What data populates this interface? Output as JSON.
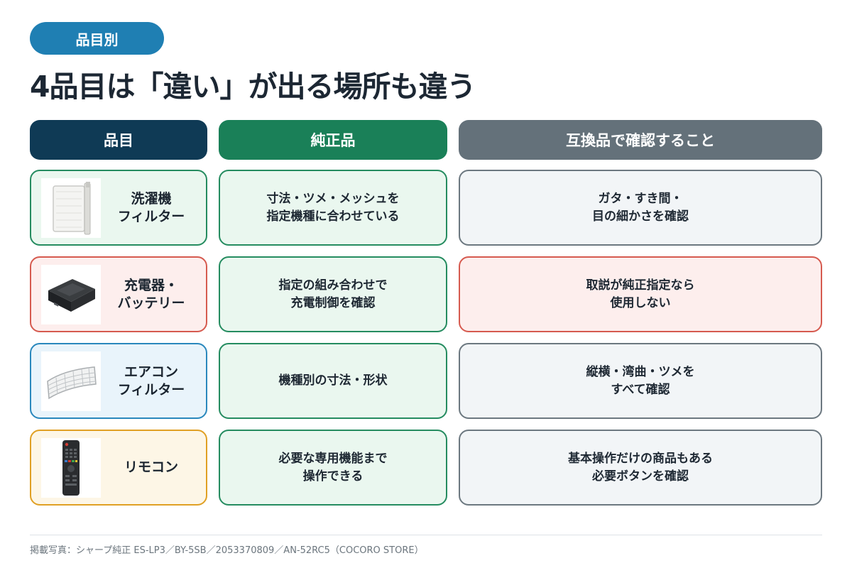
{
  "tag_label": "品目別",
  "title": "4品目は「違い」が出る場所も違う",
  "headers": {
    "item": "品目",
    "genuine": "純正品",
    "compatible": "互換品で確認すること"
  },
  "rows": [
    {
      "item": "洗濯機\nフィルター",
      "icon": "washing-machine-filter-icon",
      "genuine": "寸法・ツメ・メッシュを\n指定機種に合わせている",
      "compatible": "ガタ・すき間・\n目の細かさを確認"
    },
    {
      "item": "充電器・\nバッテリー",
      "icon": "charger-battery-icon",
      "genuine": "指定の組み合わせで\n充電制御を確認",
      "compatible": "取説が純正指定なら\n使用しない"
    },
    {
      "item": "エアコン\nフィルター",
      "icon": "air-conditioner-filter-icon",
      "genuine": "機種別の寸法・形状",
      "compatible": "縦横・湾曲・ツメを\nすべて確認"
    },
    {
      "item": "リモコン",
      "icon": "remote-control-icon",
      "genuine": "必要な専用機能まで\n操作できる",
      "compatible": "基本操作だけの商品もある\n必要ボタンを確認"
    }
  ],
  "footer": "掲載写真：シャープ純正 ES-LP3／BY-5SB／2053370809／AN-52RC5（COCORO STORE）",
  "colors": {
    "tag": "#1f7fb3",
    "header_item": "#0f3a55",
    "header_genuine": "#1a8058",
    "header_compatible": "#64717a",
    "alert_border": "#d65a4f"
  }
}
